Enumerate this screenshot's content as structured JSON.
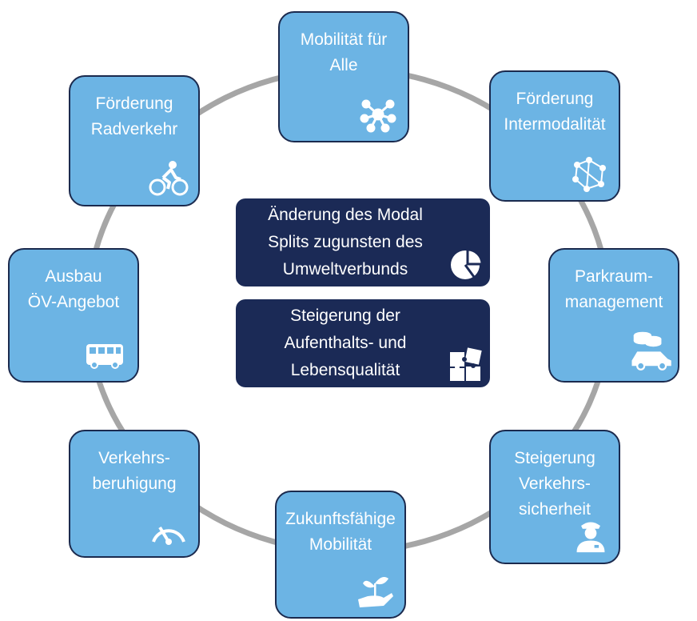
{
  "colors": {
    "box_fill": "#6cb4e4",
    "box_border": "#1b2a4e",
    "center_fill": "#1b2a56",
    "ring": "#a6a6a6",
    "text": "#ffffff"
  },
  "outer_goals": [
    {
      "label": "Mobilität für\nAlle",
      "icon": "network-icon"
    },
    {
      "label": "Förderung\nIntermodalität",
      "icon": "people-network-icon"
    },
    {
      "label": "Parkraum-\nmanagement",
      "icon": "coins-car-icon"
    },
    {
      "label": "Steigerung\nVerkehrs-\nsicherheit",
      "icon": "police-officer-icon"
    },
    {
      "label": "Zukunftsfähige\nMobilität",
      "icon": "plant-hand-icon"
    },
    {
      "label": "Verkehrs-\nberuhigung",
      "icon": "speedometer-icon"
    },
    {
      "label": "Ausbau\nÖV-Angebot",
      "icon": "bus-icon"
    },
    {
      "label": "Förderung\nRadverkehr",
      "icon": "cyclist-icon"
    }
  ],
  "central_goals": [
    {
      "label": "Änderung des Modal\nSplits zugunsten des\nUmweltverbunds",
      "icon": "pie-chart-icon"
    },
    {
      "label": "Steigerung der\nAufenthalts- und\nLebensqualität",
      "icon": "puzzle-icon"
    }
  ]
}
